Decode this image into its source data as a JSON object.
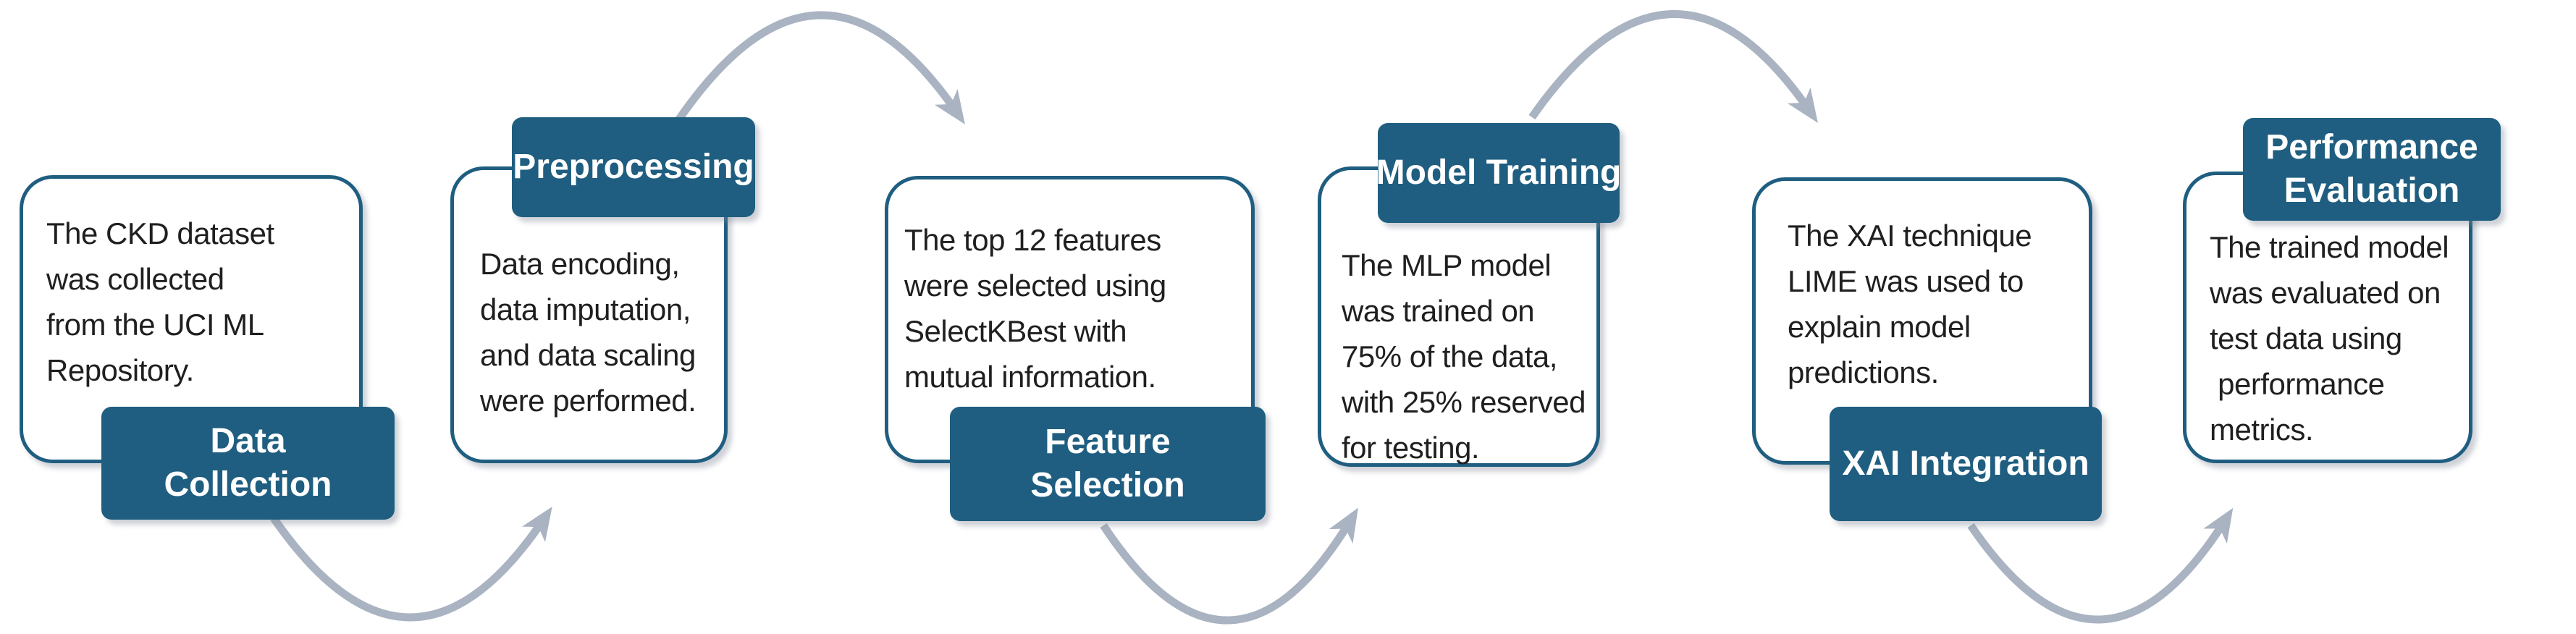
{
  "stages": [
    {
      "name": "Data Collection",
      "label": "Data\nCollection",
      "label_position": "bottom",
      "description": "The CKD dataset\nwas collected\nfrom the UCI ML\nRepository."
    },
    {
      "name": "Preprocessing",
      "label": "Preprocessing",
      "label_position": "top",
      "description": "Data encoding,\ndata imputation,\nand data scaling\nwere performed."
    },
    {
      "name": "Feature Selection",
      "label": "Feature\nSelection",
      "label_position": "bottom",
      "description": "The top 12 features\nwere selected using\nSelectKBest with\nmutual information."
    },
    {
      "name": "Model Training",
      "label": "Model Training",
      "label_position": "top",
      "description": "The MLP model\nwas trained on\n75% of the data,\nwith 25% reserved\nfor testing."
    },
    {
      "name": "XAI Integration",
      "label": "XAI Integration",
      "label_position": "bottom",
      "description": "The XAI technique\nLIME was used to\nexplain model\npredictions."
    },
    {
      "name": "Performance Evaluation",
      "label": "Performance\nEvaluation",
      "label_position": "top",
      "description": "The trained model\nwas evaluated on\ntest data using\n performance\nmetrics."
    }
  ],
  "arrows": [
    {
      "from": "Data Collection",
      "to": "Preprocessing",
      "curve": "below"
    },
    {
      "from": "Preprocessing",
      "to": "Feature Selection",
      "curve": "above"
    },
    {
      "from": "Feature Selection",
      "to": "Model Training",
      "curve": "below"
    },
    {
      "from": "Model Training",
      "to": "XAI Integration",
      "curve": "above"
    },
    {
      "from": "XAI Integration",
      "to": "Performance Evaluation",
      "curve": "below"
    }
  ],
  "colors": {
    "node_fill": "#1f5e80",
    "node_text": "#ffffff",
    "box_border": "#1f5e80",
    "box_fill": "#ffffff",
    "description_text": "#1f1f1f",
    "arrow": "#a9b3c1"
  }
}
